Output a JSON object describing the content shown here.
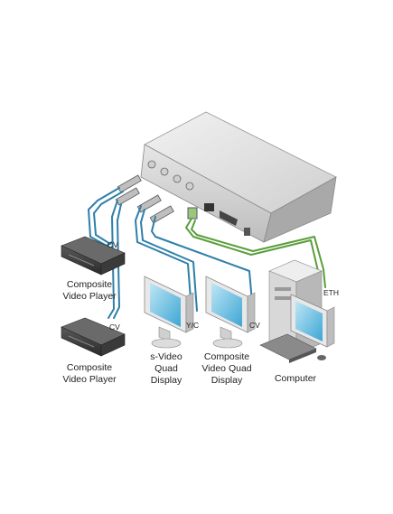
{
  "devices": {
    "player_top": {
      "label": "Composite\nVideo Player",
      "port": "CV"
    },
    "player_bottom": {
      "label": "Composite\nVideo Player",
      "port": "CV"
    },
    "display_svideo": {
      "label": "s-Video\nQuad\nDisplay",
      "port": "Y/C"
    },
    "display_composite": {
      "label": "Composite\nVideo Quad\nDisplay",
      "port": "CV"
    },
    "computer": {
      "label": "Computer",
      "port": "ETH"
    }
  },
  "colors": {
    "video_cable": "#2e7fa8",
    "ethernet_cable": "#5a9e3a",
    "chassis": "#d9d9d9"
  }
}
